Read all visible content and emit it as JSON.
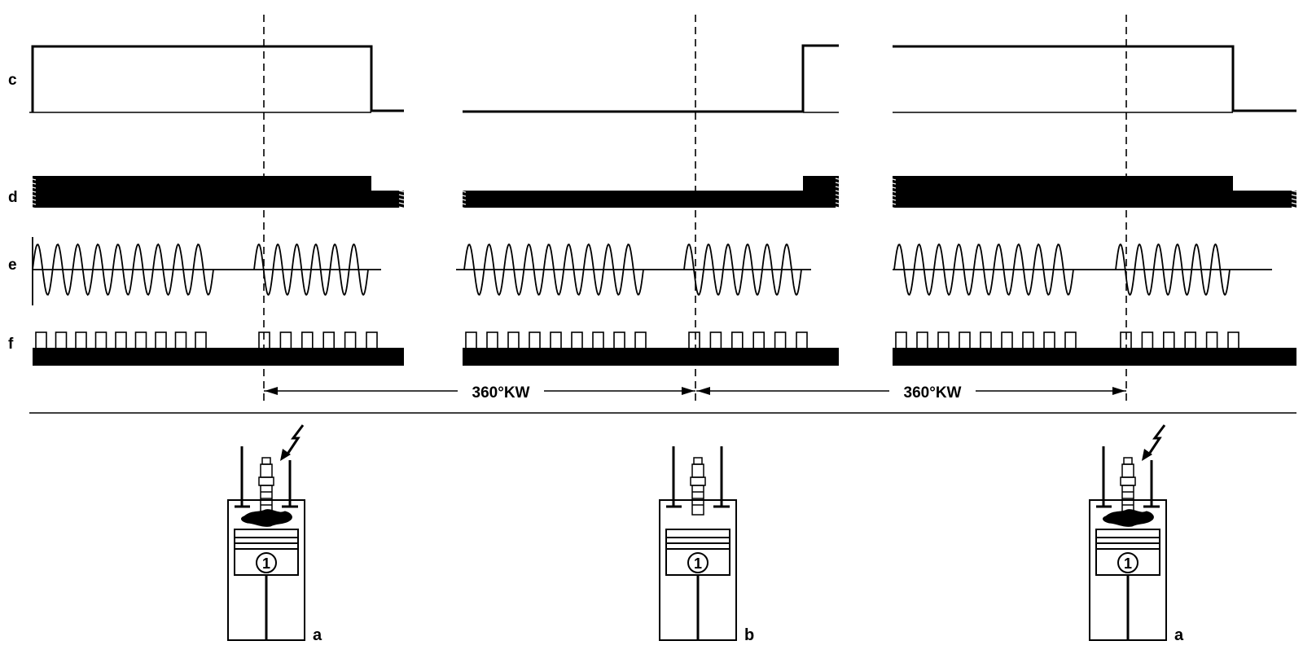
{
  "row_labels": {
    "c": "c",
    "d": "d",
    "e": "e",
    "f": "f"
  },
  "dimensions": [
    {
      "label": "360°KW"
    },
    {
      "label": "360°KW"
    }
  ],
  "cylinders": [
    {
      "label": "a",
      "piston_number": "1",
      "spark": true
    },
    {
      "label": "b",
      "piston_number": "1",
      "spark": false
    },
    {
      "label": "a",
      "piston_number": "1",
      "spark": true
    }
  ]
}
